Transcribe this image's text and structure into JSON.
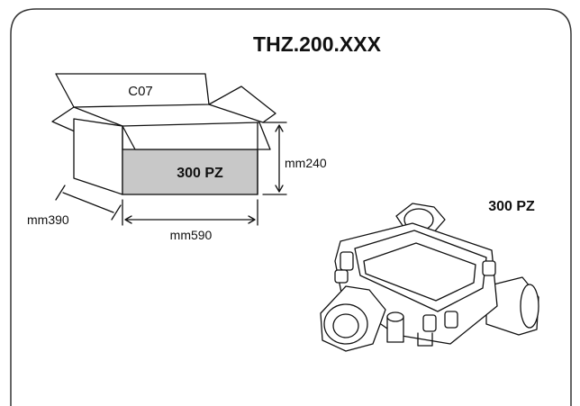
{
  "title": "THZ.200.XXX",
  "box": {
    "code": "C07",
    "quantity_label": "300 PZ",
    "height_label": "mm240",
    "depth_label": "mm390",
    "width_label": "mm590"
  },
  "product": {
    "quantity_label": "300 PZ"
  },
  "colors": {
    "box_front_fill": "#c8c8c8",
    "line": "#111111",
    "frame": "#333333"
  }
}
